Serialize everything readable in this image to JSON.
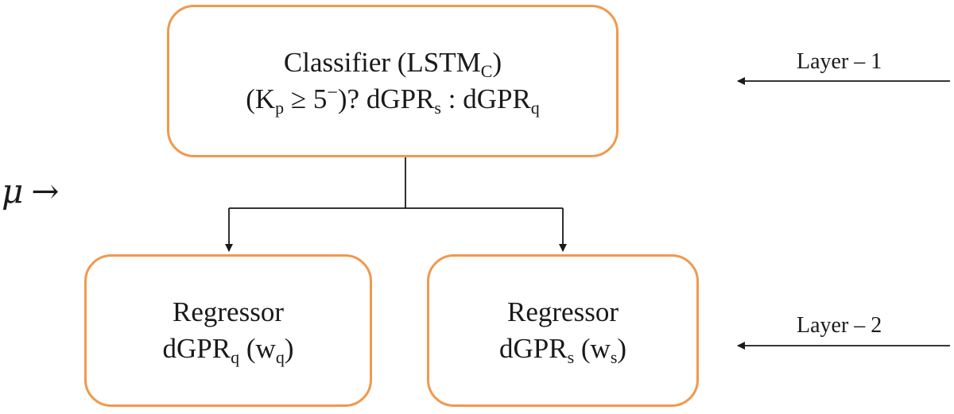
{
  "nodes": {
    "classifier": {
      "title": "Classifier (LSTM",
      "title_sub": "C",
      "title_close": ")",
      "rule_open": "(K",
      "rule_kp_sub": "p",
      "rule_ge": " ≥ 5",
      "rule_sup": "−",
      "rule_mid": ")? dGPR",
      "rule_s_sub": "s",
      "rule_colon": " : dGPR",
      "rule_q_sub": "q"
    },
    "regressor_q": {
      "title": "Regressor",
      "model": "dGPR",
      "model_sub": "q",
      "weight_open": " (w",
      "weight_sub": "q",
      "weight_close": ")"
    },
    "regressor_s": {
      "title": "Regressor",
      "model": "dGPR",
      "model_sub": "s",
      "weight_open": " (w",
      "weight_sub": "s",
      "weight_close": ")"
    }
  },
  "layers": {
    "layer1": "Layer – 1",
    "layer2": "Layer – 2"
  },
  "input": {
    "symbol": "μ",
    "arrow": "→"
  },
  "colors": {
    "node_border": "#f0994d",
    "edge": "#1a1a1a"
  }
}
